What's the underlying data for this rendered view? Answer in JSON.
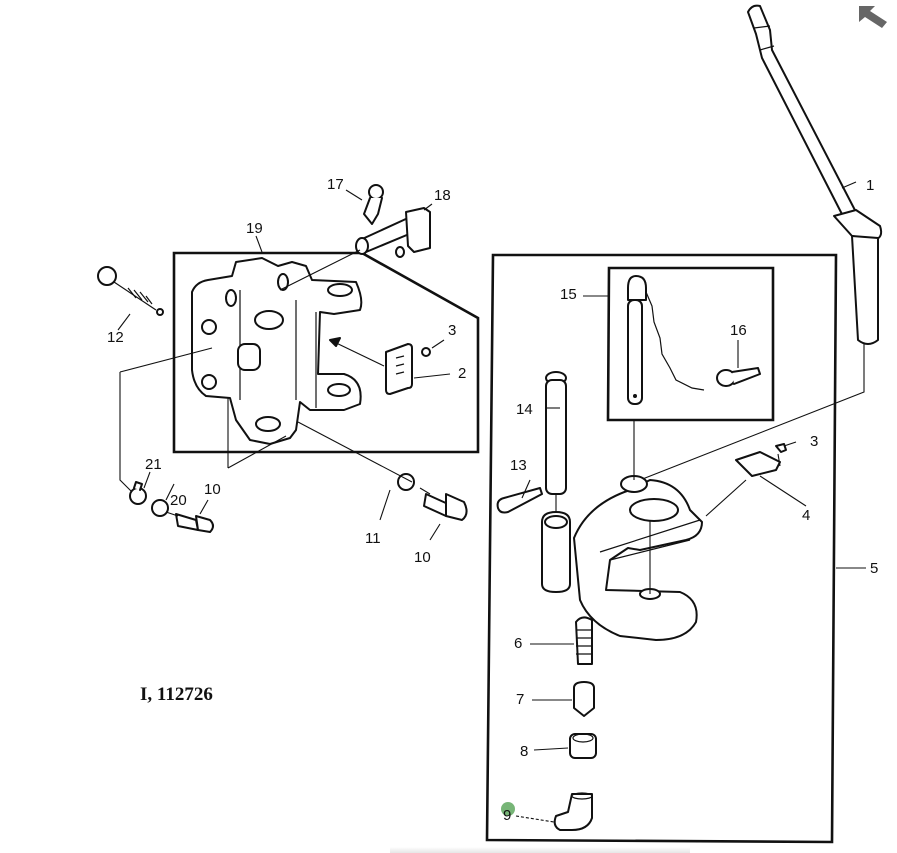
{
  "figure": {
    "reference": "I, 112726",
    "nav_icon": "back-arrow-icon",
    "marker_color": "#5fa85f",
    "arrow_color": "#666666"
  },
  "callouts": [
    {
      "id": "1",
      "text": "1"
    },
    {
      "id": "2",
      "text": "2"
    },
    {
      "id": "3a",
      "text": "3"
    },
    {
      "id": "3b",
      "text": "3"
    },
    {
      "id": "4",
      "text": "4"
    },
    {
      "id": "5",
      "text": "5"
    },
    {
      "id": "6",
      "text": "6"
    },
    {
      "id": "7",
      "text": "7"
    },
    {
      "id": "8",
      "text": "8"
    },
    {
      "id": "9",
      "text": "9"
    },
    {
      "id": "10a",
      "text": "10"
    },
    {
      "id": "10b",
      "text": "10"
    },
    {
      "id": "11",
      "text": "11"
    },
    {
      "id": "12",
      "text": "12"
    },
    {
      "id": "13",
      "text": "13"
    },
    {
      "id": "14",
      "text": "14"
    },
    {
      "id": "15",
      "text": "15"
    },
    {
      "id": "16",
      "text": "16"
    },
    {
      "id": "17",
      "text": "17"
    },
    {
      "id": "18",
      "text": "18"
    },
    {
      "id": "19",
      "text": "19"
    },
    {
      "id": "20",
      "text": "20"
    },
    {
      "id": "21",
      "text": "21"
    }
  ]
}
